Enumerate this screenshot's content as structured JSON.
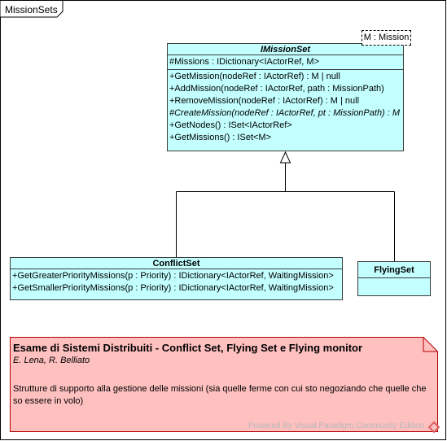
{
  "package": {
    "name": "MissionSets"
  },
  "template_param": "M : Mission",
  "classes": {
    "imissionset": {
      "name": "IMissionSet",
      "attributes": [
        "#Missions : IDictionary<IActorRef, M>"
      ],
      "operations": [
        "+GetMission(nodeRef : IActorRef) : M | null",
        "+AddMission(nodeRef : IActorRef, path : MissionPath)",
        "+RemoveMission(nodeRef : IActorRef) : M | null",
        "#CreateMission(nodeRef : IActorRef, pt : MissionPath) : M",
        "+GetNodes() : ISet<IActorRef>",
        "+GetMissions() : ISet<M>"
      ]
    },
    "conflictset": {
      "name": "ConflictSet",
      "operations": [
        "+GetGreaterPriorityMissions(p : Priority) : IDictionary<IActorRef, WaitingMission>",
        "+GetSmallerPriorityMissions(p : Priority) : IDictionary<IActorRef, WaitingMission>"
      ]
    },
    "flyingset": {
      "name": "FlyingSet"
    }
  },
  "note": {
    "title": "Esame di Sistemi Distribuiti - Conflict Set, Flying Set e Flying monitor",
    "authors": "E. Lena, R. Belliato",
    "body": "Strutture di supporto alla gestione delle missioni  (sia quelle ferme con cui sto negoziando che quelle che so essere in volo)"
  },
  "watermark": "Powered By  Visual Paradigm Community Edition",
  "colors": {
    "class_fill": "#c3ffff",
    "note_fill": "#ffc0c0",
    "note_border": "#b00000"
  }
}
